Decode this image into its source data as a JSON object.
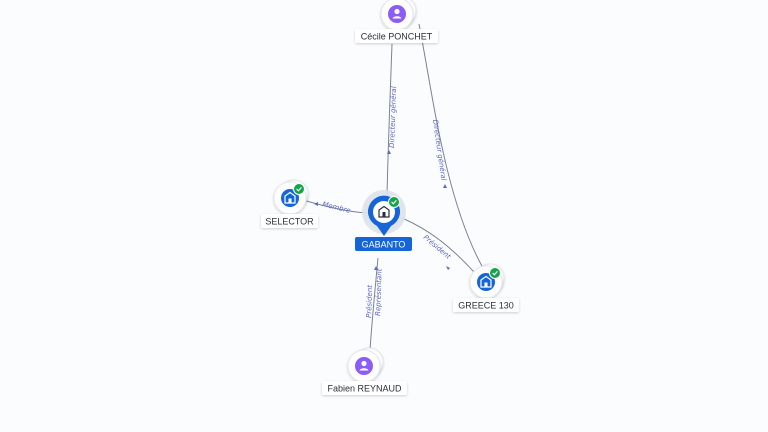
{
  "nodes": {
    "cecile": {
      "label": "Cécile PONCHET",
      "kind": "person",
      "icon": "person-icon"
    },
    "gabanto": {
      "label": "GABANTO",
      "kind": "company-main",
      "icon": "building-icon",
      "verified": true
    },
    "selector": {
      "label": "SELECTOR",
      "kind": "company",
      "icon": "building-icon",
      "verified": true
    },
    "greece": {
      "label": "GREECE 130",
      "kind": "company",
      "icon": "building-icon",
      "verified": true
    },
    "fabien": {
      "label": "Fabien REYNAUD",
      "kind": "person",
      "icon": "person-icon"
    }
  },
  "edges": [
    {
      "from": "cecile",
      "to": "gabanto",
      "label": "Directeur général"
    },
    {
      "from": "cecile",
      "to": "greece",
      "label": "Directeur général"
    },
    {
      "from": "gabanto",
      "to": "selector",
      "label": "Membre"
    },
    {
      "from": "gabanto",
      "to": "greece",
      "label": "Président"
    },
    {
      "from": "fabien",
      "to": "gabanto",
      "label_lines": [
        "Président",
        "Représentant"
      ]
    }
  ],
  "colors": {
    "accent": "#1565d8",
    "person": "#8b5cf6",
    "verified": "#17a34a",
    "edge": "#7a8394",
    "edge_label": "#5b67c9"
  }
}
